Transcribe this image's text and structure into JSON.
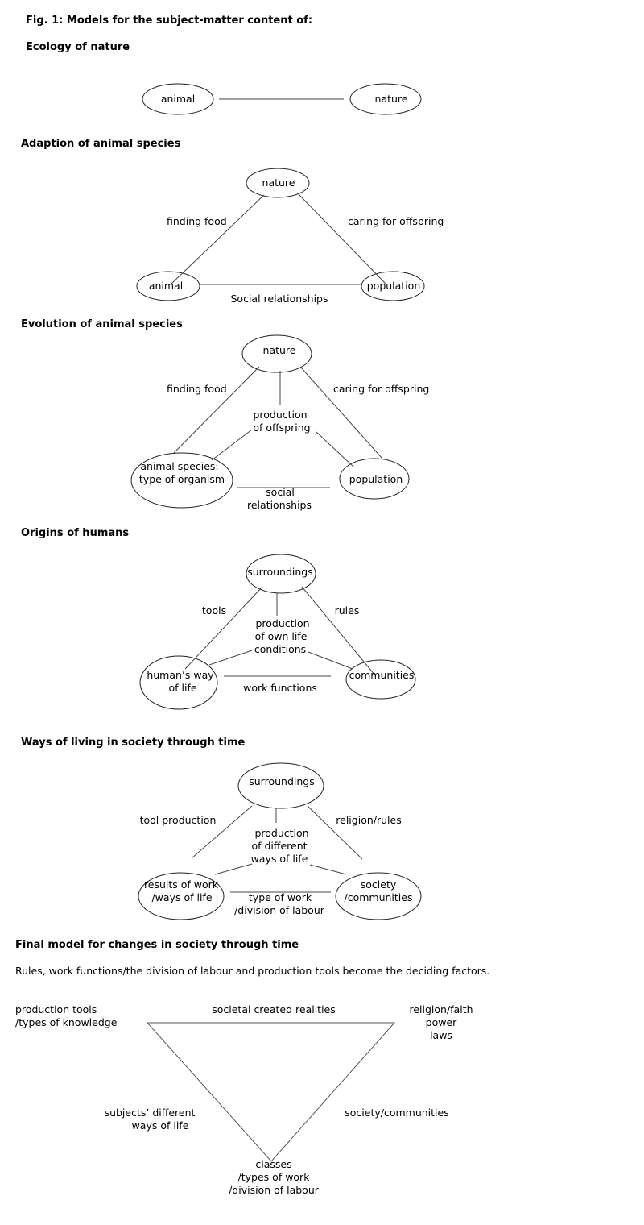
{
  "figure_title": "Fig. 1: Models for the subject-matter content of:",
  "sections": [
    {
      "title": "Ecology of nature",
      "nodes": [
        {
          "id": "animal",
          "label": [
            "animal"
          ]
        },
        {
          "id": "nature",
          "label": [
            "nature"
          ]
        }
      ],
      "edges": [
        {
          "from": "animal",
          "to": "nature",
          "label": []
        }
      ],
      "labels": []
    },
    {
      "title": "Adaption of animal species",
      "nodes": [
        {
          "id": "nature",
          "label": [
            "nature"
          ]
        },
        {
          "id": "animal",
          "label": [
            "animal"
          ]
        },
        {
          "id": "population",
          "label": [
            "population"
          ]
        }
      ],
      "labels": [
        {
          "text": [
            "finding food"
          ]
        },
        {
          "text": [
            "caring for offspring"
          ]
        },
        {
          "text": [
            "Social relationships"
          ]
        }
      ]
    },
    {
      "title": "Evolution of animal species",
      "nodes": [
        {
          "id": "nature",
          "label": [
            "nature"
          ]
        },
        {
          "id": "species",
          "label": [
            "animal species:",
            "type of organism"
          ]
        },
        {
          "id": "population",
          "label": [
            "population"
          ]
        }
      ],
      "labels": [
        {
          "text": [
            "finding food"
          ]
        },
        {
          "text": [
            "caring for offspring"
          ]
        },
        {
          "text": [
            "production",
            "of offspring"
          ]
        },
        {
          "text": [
            "social",
            "relationships"
          ]
        }
      ]
    },
    {
      "title": "Origins of humans",
      "nodes": [
        {
          "id": "surroundings",
          "label": [
            "surroundings"
          ]
        },
        {
          "id": "human",
          "label": [
            "human’s way",
            "of life"
          ]
        },
        {
          "id": "communities",
          "label": [
            "communities"
          ]
        }
      ],
      "labels": [
        {
          "text": [
            "tools"
          ]
        },
        {
          "text": [
            "rules"
          ]
        },
        {
          "text": [
            "production",
            "of own life",
            "conditions"
          ]
        },
        {
          "text": [
            "work functions"
          ]
        }
      ]
    },
    {
      "title": "Ways of living in society through time",
      "nodes": [
        {
          "id": "surroundings",
          "label": [
            "surroundings"
          ]
        },
        {
          "id": "results",
          "label": [
            "results of work",
            "/ways of life"
          ]
        },
        {
          "id": "society",
          "label": [
            "society",
            "/communities"
          ]
        }
      ],
      "labels": [
        {
          "text": [
            "tool production"
          ]
        },
        {
          "text": [
            "religion/rules"
          ]
        },
        {
          "text": [
            "production",
            "of different",
            "ways of life"
          ]
        },
        {
          "text": [
            "type of work",
            "/division of labour"
          ]
        }
      ]
    },
    {
      "title": "Final model for changes in society through time",
      "description": "Rules, work functions/the division of labour and production tools become the deciding factors.",
      "labels": [
        {
          "text": [
            "production tools",
            "/types of knowledge"
          ]
        },
        {
          "text": [
            "societal created realities"
          ]
        },
        {
          "text": [
            "religion/faith",
            "power",
            "laws"
          ]
        },
        {
          "text": [
            "subjects’ different",
            "ways of life"
          ]
        },
        {
          "text": [
            "society/communities"
          ]
        },
        {
          "text": [
            "classes",
            "/types of work",
            "/division of labour"
          ]
        }
      ]
    }
  ]
}
